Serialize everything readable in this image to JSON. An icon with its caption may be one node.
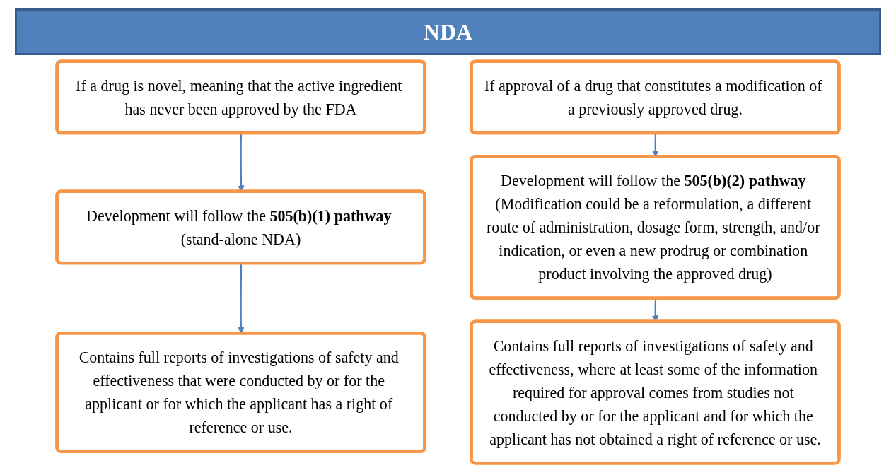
{
  "diagram": {
    "title": "NDA",
    "nodes": [
      {
        "text": [
          "If a drug is novel, meaning that the active ingredient has never been approved by the FDA"
        ]
      },
      {
        "text": [
          "Development will follow the **505(b)(1) pathway** (stand-alone NDA)"
        ]
      },
      {
        "text": [
          "Contains full reports of investigations of safety and effectiveness that were conducted by or for the applicant or for which the applicant has a right of reference or use."
        ]
      },
      {
        "text": [
          "If approval of a drug that constitutes a modification of a previously approved drug."
        ]
      },
      {
        "text": [
          "Development will follow the **505(b)(2) pathway** (Modification could be a reformulation, a different route of administration, dosage form, strength, and/or indication, or even a new prodrug or combination product involving the approved drug)"
        ]
      },
      {
        "text": [
          "Contains full reports of investigations of safety and effectiveness, where at least some of the information required for approval comes from studies not conducted by or for the applicant and for which the applicant has not obtained a right of reference or use."
        ]
      }
    ],
    "edges": [
      {
        "from": 0,
        "to": 1,
        "arrow": "to"
      },
      {
        "from": 1,
        "to": 2,
        "arrow": "to"
      },
      {
        "from": 3,
        "to": 4,
        "arrow": "to"
      },
      {
        "from": 4,
        "to": 5,
        "arrow": "to"
      }
    ]
  }
}
